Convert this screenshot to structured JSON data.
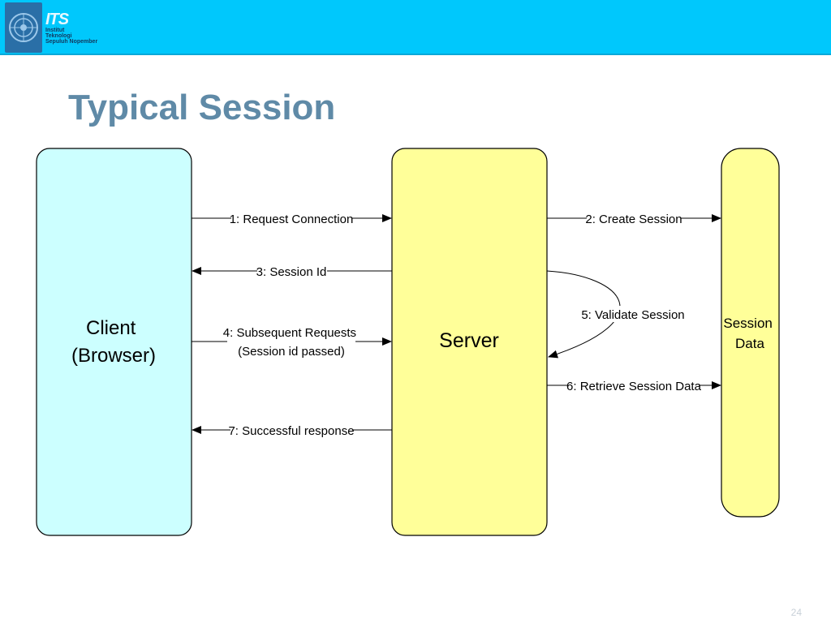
{
  "header": {
    "logo_abbr": "ITS",
    "logo_lines": [
      "Institut",
      "Teknologi",
      "Sepuluh Nopember"
    ]
  },
  "title": "Typical Session",
  "page_number": "24",
  "diagram": {
    "actors": {
      "client": [
        "Client",
        "(Browser)"
      ],
      "server": [
        "Server"
      ],
      "session_data": [
        "Session",
        "Data"
      ]
    },
    "messages": {
      "m1": [
        "1: Request Connection"
      ],
      "m2": [
        "2: Create Session"
      ],
      "m3": [
        "3: Session Id"
      ],
      "m4": [
        "4: Subsequent Requests",
        "(Session id passed)"
      ],
      "m5": [
        "5: Validate Session"
      ],
      "m6": [
        "6: Retrieve Session Data"
      ],
      "m7": [
        "7: Successful response"
      ]
    },
    "colors": {
      "client_fill": "#ccffff",
      "server_fill": "#ffff99",
      "session_fill": "#ffff99",
      "stroke": "#000000"
    }
  }
}
